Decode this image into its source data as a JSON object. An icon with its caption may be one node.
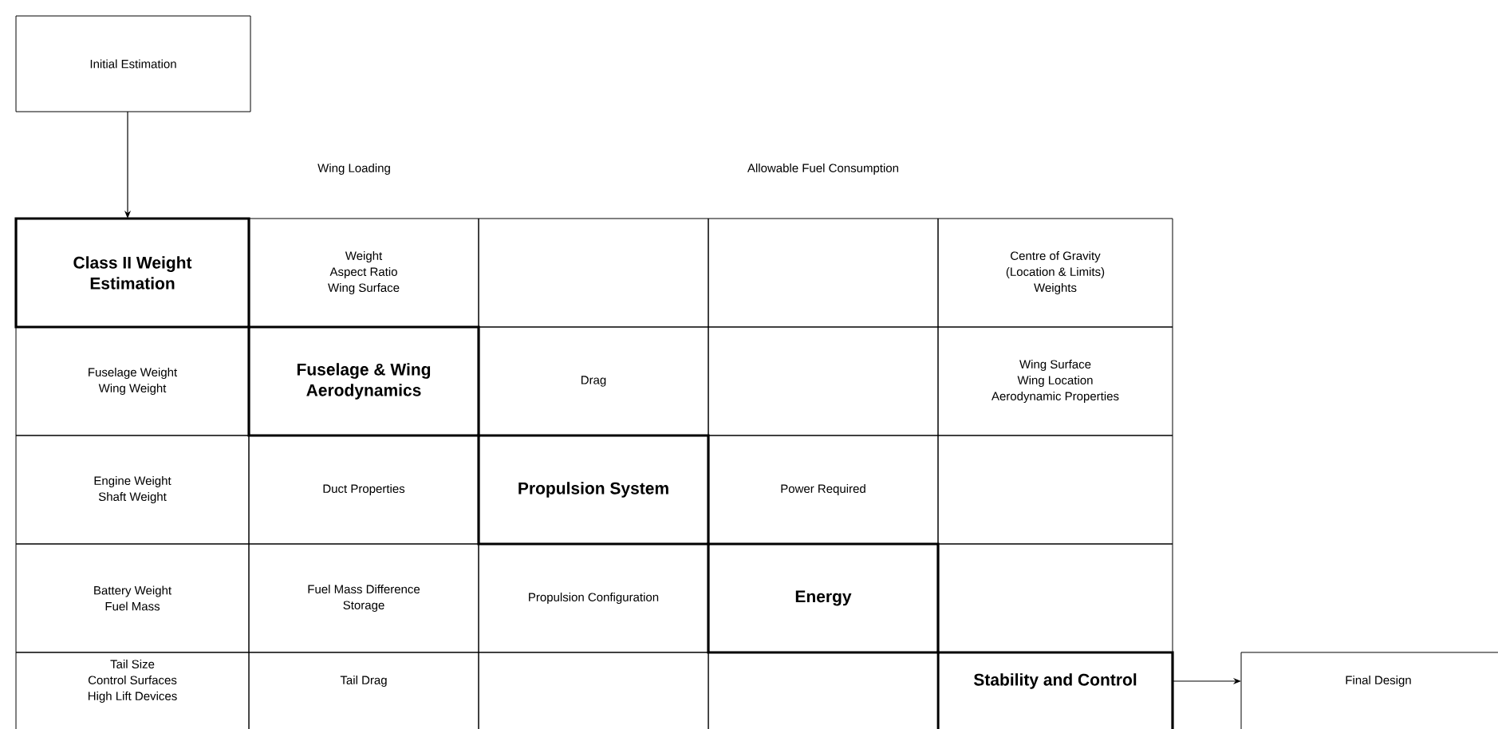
{
  "diagram": {
    "nodes": [
      {
        "text": [
          "Initial Estimation"
        ]
      },
      {
        "text": [
          "Class II Weight Estimation"
        ]
      },
      {
        "text": [
          "Weight",
          "Aspect Ratio",
          "Wing Surface"
        ]
      },
      {
        "text": [],
        "shape": "box"
      },
      {
        "text": [],
        "shape": "box"
      },
      {
        "text": [
          "Centre of Gravity",
          "(Location & Limits)",
          "Weights"
        ]
      },
      {
        "text": [
          "Fuselage Weight",
          "Wing Weight"
        ]
      },
      {
        "text": [
          "Fuselage & Wing Aerodynamics"
        ]
      },
      {
        "text": [
          "Drag"
        ]
      },
      {
        "text": [],
        "shape": "box"
      },
      {
        "text": [
          "Wing Surface",
          "Wing Location",
          "Aerodynamic Properties"
        ]
      },
      {
        "text": [
          "Engine Weight",
          "Shaft Weight"
        ]
      },
      {
        "text": [
          "Duct Properties"
        ]
      },
      {
        "text": [
          "Propulsion System"
        ]
      },
      {
        "text": [
          "Power Required"
        ]
      },
      {
        "text": [],
        "shape": "box"
      },
      {
        "text": [
          "Battery Weight",
          "Fuel Mass"
        ]
      },
      {
        "text": [
          "Fuel Mass Difference",
          "Storage"
        ]
      },
      {
        "text": [
          "Propulsion Configuration"
        ]
      },
      {
        "text": [
          "Energy"
        ]
      },
      {
        "text": [],
        "shape": "box"
      },
      {
        "text": [
          "Tail Size",
          "Control Surfaces",
          "High Lift Devices"
        ]
      },
      {
        "text": [
          "Tail Drag"
        ]
      },
      {
        "text": [],
        "shape": "box"
      },
      {
        "text": [],
        "shape": "box"
      },
      {
        "text": [
          "Stability and Control"
        ]
      },
      {
        "text": [
          "Final Design"
        ]
      }
    ],
    "edges": [
      {
        "from": 0,
        "to": 1,
        "arrow": "to"
      },
      {
        "from": 25,
        "to": 26,
        "arrow": "to"
      }
    ],
    "labels": [
      "Wing Loading",
      "Allowable Fuel Consumption"
    ]
  }
}
